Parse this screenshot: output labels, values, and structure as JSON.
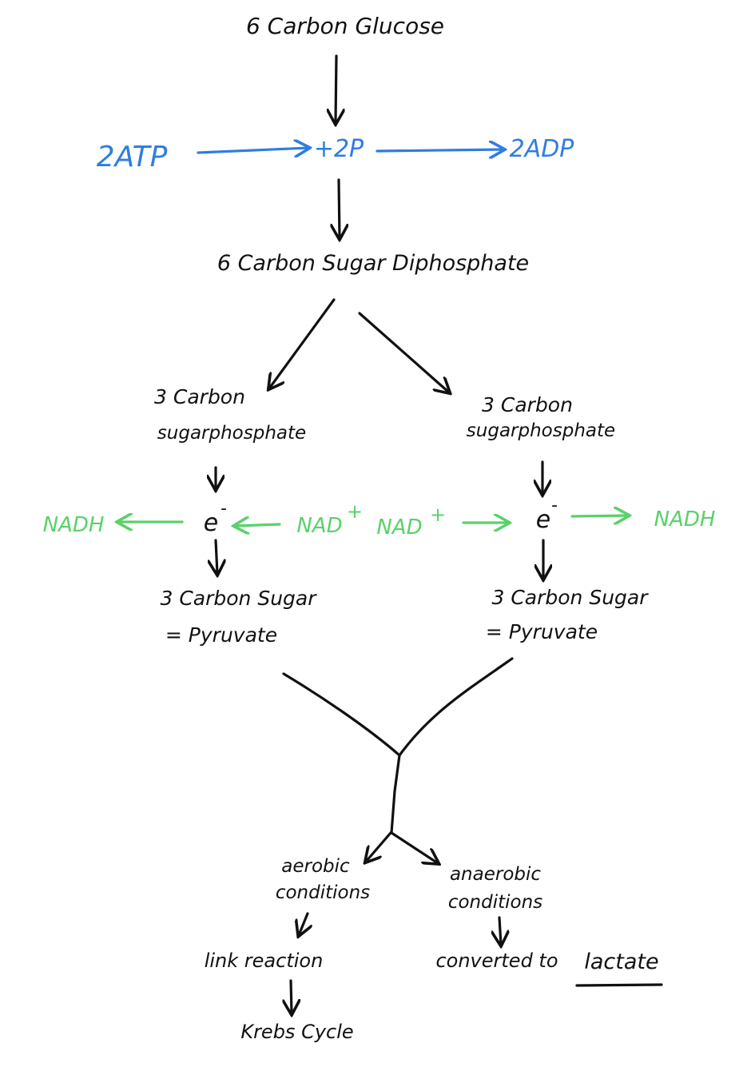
{
  "colors": {
    "ink": "#111111",
    "blue": "#2f7de1",
    "green": "#5ad16a"
  },
  "labels": {
    "glucose": "6 Carbon Glucose",
    "atp": "2ATP",
    "plus2p": "+2P",
    "adp": "2ADP",
    "diphosphate": "6 Carbon Sugar Diphosphate",
    "left_sugarphos_1": "3 Carbon",
    "left_sugarphos_2": "sugarphosphate",
    "right_sugarphos_1": "3 Carbon",
    "right_sugarphos_2": "sugarphosphate",
    "left_nadh": "NADH",
    "left_e": "e",
    "left_e_sup": "-",
    "left_nad": "NAD",
    "left_nad_sup": "+",
    "right_nad": "NAD",
    "right_nad_sup": "+",
    "right_e": "e",
    "right_e_sup": "-",
    "right_nadh": "NADH",
    "left_pyruvate_1": "3 Carbon Sugar",
    "left_pyruvate_2": "= Pyruvate",
    "right_pyruvate_1": "3 Carbon Sugar",
    "right_pyruvate_2": "= Pyruvate",
    "aerobic_1": "aerobic",
    "aerobic_2": "conditions",
    "anaerobic_1": "anaerobic",
    "anaerobic_2": "conditions",
    "link": "link reaction",
    "converted": "converted to",
    "lactate": "lactate",
    "krebs": "Krebs Cycle"
  }
}
